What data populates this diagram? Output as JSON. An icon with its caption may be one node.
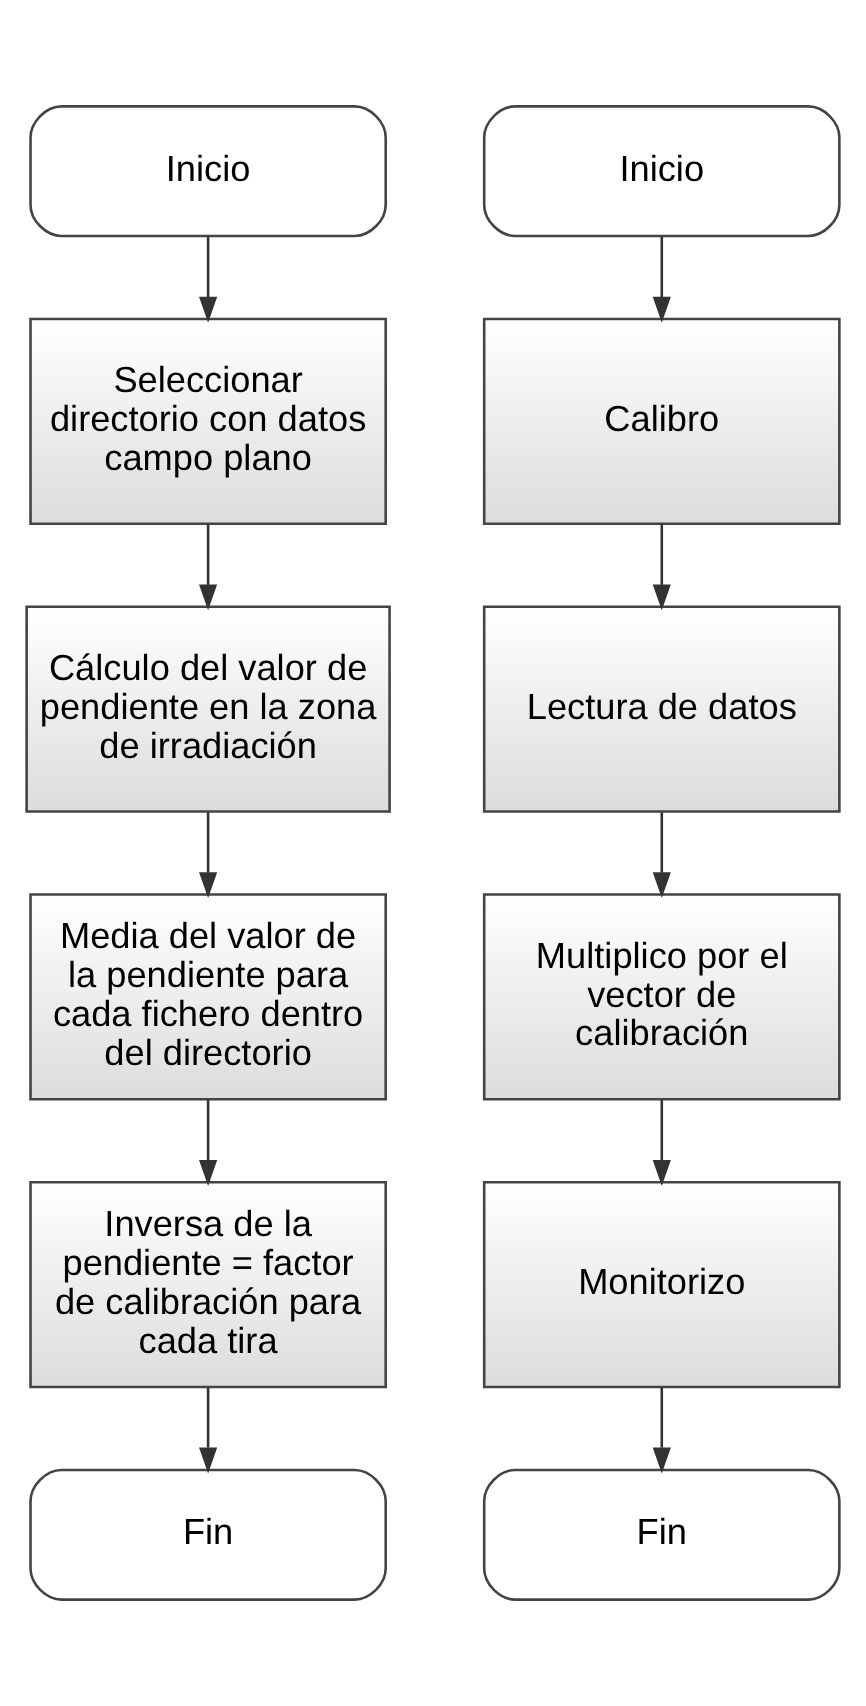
{
  "diagram": {
    "nodes": [
      {
        "text": [
          "Inicio"
        ]
      },
      {
        "text": [
          "Seleccionar directorio con datos campo plano"
        ]
      },
      {
        "text": [
          "Cálculo del valor de pendiente en la zona de irradiación"
        ]
      },
      {
        "text": [
          "Media del valor de la pendiente para cada fichero dentro del directorio"
        ]
      },
      {
        "text": [
          "Inversa de la pendiente = factor de calibración para cada tira"
        ]
      },
      {
        "text": [
          "Fin"
        ]
      },
      {
        "text": [
          "Inicio"
        ]
      },
      {
        "text": [
          "Calibro"
        ]
      },
      {
        "text": [
          "Lectura de datos"
        ]
      },
      {
        "text": [
          "Multiplico por el vector de calibración"
        ]
      },
      {
        "text": [
          "Monitorizo"
        ]
      },
      {
        "text": [
          "Fin"
        ]
      }
    ],
    "edges": [
      {
        "from": 0,
        "to": 1,
        "arrow": "to"
      },
      {
        "from": 1,
        "to": 2,
        "arrow": "to"
      },
      {
        "from": 2,
        "to": 3,
        "arrow": "to"
      },
      {
        "from": 3,
        "to": 4,
        "arrow": "to"
      },
      {
        "from": 4,
        "to": 5,
        "arrow": "to"
      },
      {
        "from": 6,
        "to": 7,
        "arrow": "to"
      },
      {
        "from": 7,
        "to": 8,
        "arrow": "to"
      },
      {
        "from": 8,
        "to": 9,
        "arrow": "to"
      },
      {
        "from": 9,
        "to": 10,
        "arrow": "to"
      },
      {
        "from": 10,
        "to": 11,
        "arrow": "to"
      }
    ]
  }
}
